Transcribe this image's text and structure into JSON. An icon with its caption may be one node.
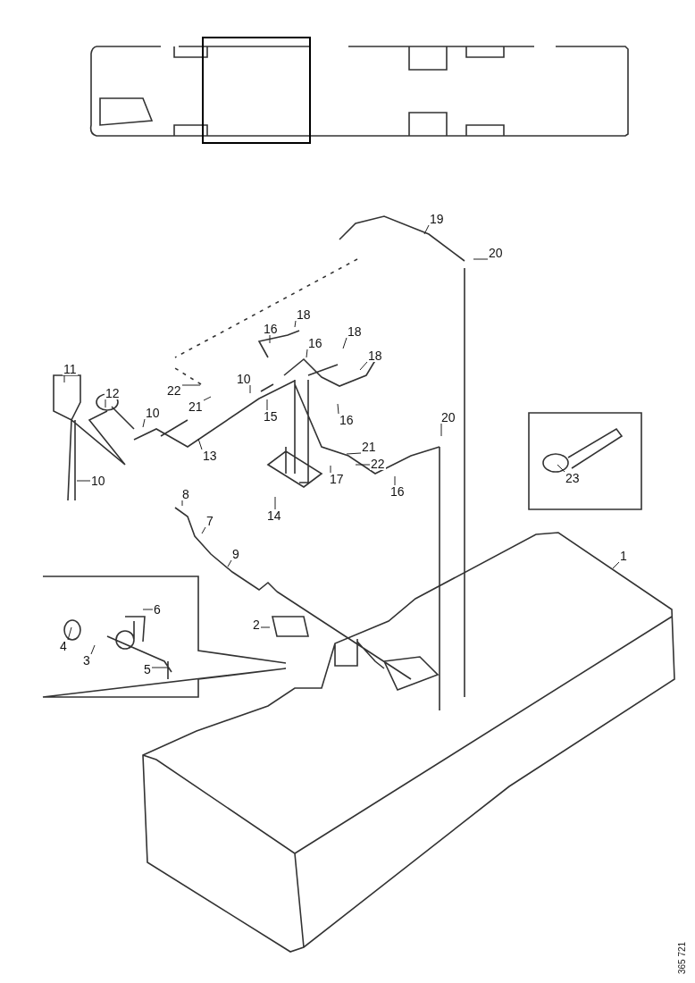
{
  "diagram": {
    "nodes": [
      {
        "text": [
          "19"
        ]
      },
      {
        "text": [
          "20"
        ]
      },
      {
        "text": [
          "18"
        ]
      },
      {
        "text": [
          "16"
        ]
      },
      {
        "text": [
          "16"
        ]
      },
      {
        "text": [
          "18"
        ]
      },
      {
        "text": [
          "18"
        ]
      },
      {
        "text": [
          "11"
        ]
      },
      {
        "text": [
          "12"
        ]
      },
      {
        "text": [
          "22"
        ]
      },
      {
        "text": [
          "10"
        ]
      },
      {
        "text": [
          "21"
        ]
      },
      {
        "text": [
          "10"
        ]
      },
      {
        "text": [
          "15"
        ]
      },
      {
        "text": [
          "16"
        ]
      },
      {
        "text": [
          "20"
        ]
      },
      {
        "text": [
          "13"
        ]
      },
      {
        "text": [
          "21"
        ]
      },
      {
        "text": [
          "22"
        ]
      },
      {
        "text": [
          "17"
        ]
      },
      {
        "text": [
          "16"
        ]
      },
      {
        "text": [
          "14"
        ]
      },
      {
        "text": [
          "10"
        ]
      },
      {
        "text": [
          "23"
        ]
      },
      {
        "text": [
          "8"
        ]
      },
      {
        "text": [
          "7"
        ]
      },
      {
        "text": [
          "9"
        ]
      },
      {
        "text": [
          "1"
        ]
      },
      {
        "text": [
          "6"
        ]
      },
      {
        "text": [
          "2"
        ]
      },
      {
        "text": [
          "4"
        ]
      },
      {
        "text": [
          "3"
        ]
      },
      {
        "text": [
          "5"
        ]
      }
    ],
    "edges": [
      {
        "from": 0,
        "to": null,
        "arrow": "none"
      },
      {
        "from": 1,
        "to": null,
        "arrow": "none"
      },
      {
        "from": 2,
        "to": null,
        "arrow": "none"
      },
      {
        "from": 3,
        "to": null,
        "arrow": "none"
      },
      {
        "from": 4,
        "to": null,
        "arrow": "none"
      },
      {
        "from": 5,
        "to": null,
        "arrow": "none"
      },
      {
        "from": 6,
        "to": null,
        "arrow": "none"
      },
      {
        "from": 7,
        "to": null,
        "arrow": "none"
      },
      {
        "from": 8,
        "to": null,
        "arrow": "none"
      },
      {
        "from": 9,
        "to": null,
        "arrow": "none"
      },
      {
        "from": 10,
        "to": null,
        "arrow": "none"
      },
      {
        "from": 11,
        "to": null,
        "arrow": "none"
      },
      {
        "from": 12,
        "to": null,
        "arrow": "none"
      },
      {
        "from": 13,
        "to": null,
        "arrow": "none"
      },
      {
        "from": 14,
        "to": null,
        "arrow": "none"
      },
      {
        "from": 15,
        "to": null,
        "arrow": "none"
      },
      {
        "from": 16,
        "to": null,
        "arrow": "none"
      },
      {
        "from": 17,
        "to": null,
        "arrow": "none"
      },
      {
        "from": 18,
        "to": null,
        "arrow": "none"
      },
      {
        "from": 19,
        "to": null,
        "arrow": "none"
      },
      {
        "from": 20,
        "to": null,
        "arrow": "none"
      },
      {
        "from": 21,
        "to": null,
        "arrow": "none"
      },
      {
        "from": 22,
        "to": null,
        "arrow": "none"
      },
      {
        "from": 23,
        "to": null,
        "arrow": "none"
      },
      {
        "from": 24,
        "to": null,
        "arrow": "none"
      },
      {
        "from": 25,
        "to": null,
        "arrow": "none"
      },
      {
        "from": 26,
        "to": null,
        "arrow": "none"
      },
      {
        "from": 27,
        "to": null,
        "arrow": "none"
      },
      {
        "from": 28,
        "to": null,
        "arrow": "none"
      },
      {
        "from": 29,
        "to": null,
        "arrow": "none"
      },
      {
        "from": 30,
        "to": null,
        "arrow": "none"
      },
      {
        "from": 31,
        "to": null,
        "arrow": "none"
      },
      {
        "from": 32,
        "to": null,
        "arrow": "none"
      }
    ],
    "labels": [
      "365 721"
    ]
  }
}
